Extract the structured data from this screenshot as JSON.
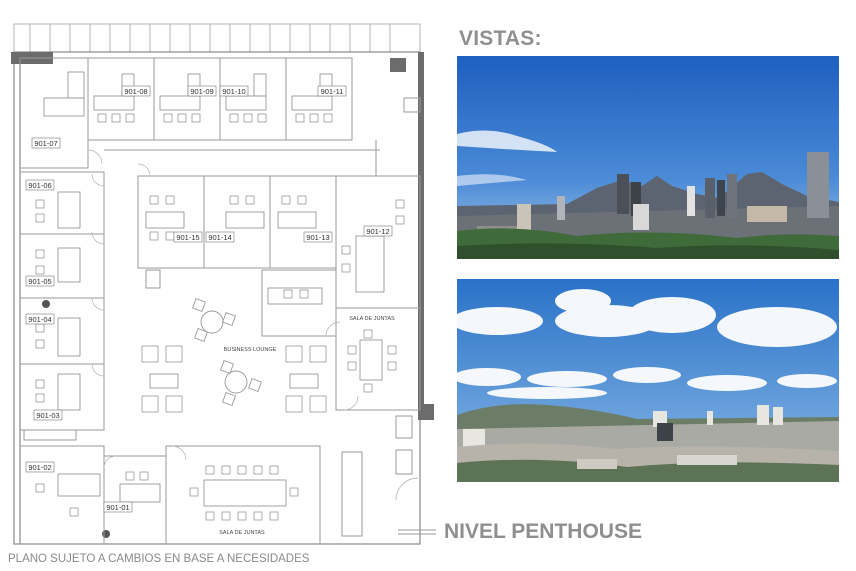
{
  "header": {
    "vistas": "VISTAS:"
  },
  "footer": {
    "nivel": "NIVEL PENTHOUSE",
    "note": "PLANO SUJETO A CAMBIOS EN BASE A NECESIDADES"
  },
  "plan": {
    "offices": [
      "901-01",
      "901-02",
      "901-03",
      "901-04",
      "901-05",
      "901-06",
      "901-07",
      "901-08",
      "901-09",
      "901-10",
      "901-11",
      "901-12",
      "901-13",
      "901-14",
      "901-15"
    ],
    "rooms": {
      "lounge": "BUSINESS LOUNGE",
      "sala_juntas_right": "SALA DE JUNTAS",
      "sala_juntas_bottom": "SALA DE JUNTAS"
    }
  },
  "photos": {
    "top_sky": "#2f6fc9",
    "bottom_sky": "#3a86d0"
  }
}
